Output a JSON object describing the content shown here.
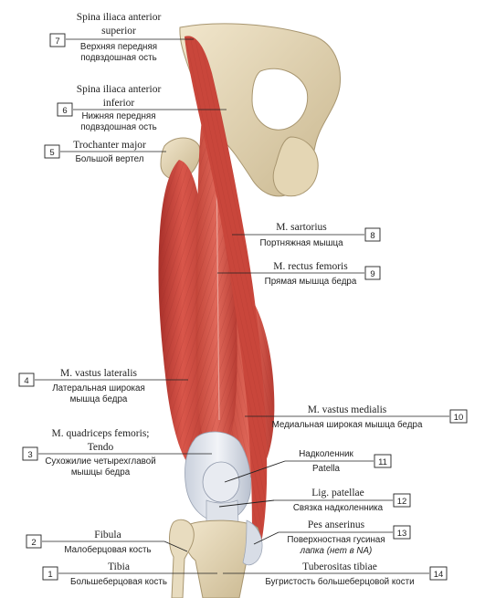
{
  "labels": [
    {
      "num": "7",
      "latin": [
        "Spina iliaca anterior",
        "superior"
      ],
      "russian": [
        "Верхняя передняя",
        "подвздошная ость"
      ]
    },
    {
      "num": "6",
      "latin": [
        "Spina iliaca anterior",
        "inferior"
      ],
      "russian": [
        "Нижняя передняя",
        "подвздошная ость"
      ]
    },
    {
      "num": "5",
      "latin": [
        "Trochanter major"
      ],
      "russian": [
        "Большой вертел"
      ]
    },
    {
      "num": "8",
      "latin": [
        "M. sartorius"
      ],
      "russian": [
        "Портняжная мышца"
      ]
    },
    {
      "num": "9",
      "latin": [
        "M. rectus femoris"
      ],
      "russian": [
        "Прямая мышца бедра"
      ]
    },
    {
      "num": "4",
      "latin": [
        "M. vastus lateralis"
      ],
      "russian": [
        "Латеральная широкая",
        "мышца бедра"
      ]
    },
    {
      "num": "10",
      "latin": [
        "M. vastus medialis"
      ],
      "russian": [
        "Медиальная широкая мышца бедра"
      ]
    },
    {
      "num": "3",
      "latin": [
        "M. quadriceps femoris;",
        "Tendo"
      ],
      "russian": [
        "Сухожилие четырехглавой",
        "мышцы бедра"
      ]
    },
    {
      "num": "11",
      "latin": [],
      "russian": [
        "Надколенник",
        "Patella"
      ]
    },
    {
      "num": "12",
      "latin": [
        "Lig. patellae"
      ],
      "russian": [
        "Связка надколенника"
      ]
    },
    {
      "num": "2",
      "latin": [
        "Fibula"
      ],
      "russian": [
        "Малоберцовая кость"
      ]
    },
    {
      "num": "13",
      "latin": [
        "Pes anserinus"
      ],
      "russian": [
        "Поверхностная гусиная",
        "лапка (нет в NA)"
      ]
    },
    {
      "num": "1",
      "latin": [
        "Tibia"
      ],
      "russian": [
        "Большеберцовая кость"
      ]
    },
    {
      "num": "14",
      "latin": [
        "Tuberositas tibiae"
      ],
      "russian": [
        "Бугристость большеберцовой кости"
      ]
    }
  ]
}
